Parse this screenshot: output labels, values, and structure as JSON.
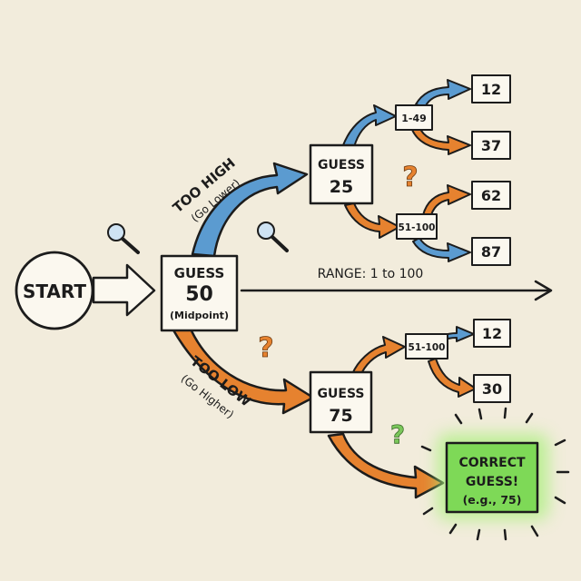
{
  "colors": {
    "background": "#f2ecdc",
    "blue_arrow": "#5b9bd0",
    "orange_arrow": "#e6822f",
    "correct_fill": "#7ed957",
    "correct_glow": "#a8f07a",
    "ink": "#1c1c1c"
  },
  "start": {
    "label": "START"
  },
  "range": {
    "label": "RANGE: 1 to 100"
  },
  "guess_50": {
    "line1": "GUESS",
    "line2": "50",
    "line3": "(Midpoint)"
  },
  "too_high": {
    "line1": "TOO HIGH",
    "line2": "(Go Lower)"
  },
  "too_low": {
    "line1": "TOO LOW",
    "line2": "(Go Higher)"
  },
  "guess_25": {
    "line1": "GUESS",
    "line2": "25"
  },
  "guess_75": {
    "line1": "GUESS",
    "line2": "75"
  },
  "upper_branches": [
    {
      "range": "1-49",
      "outcomes": [
        "12",
        "37"
      ]
    },
    {
      "range": "51-100",
      "outcomes": [
        "62",
        "87"
      ]
    }
  ],
  "lower_branch": {
    "range": "51-100",
    "outcomes": [
      "12",
      "30"
    ]
  },
  "correct": {
    "line1": "CORRECT",
    "line2": "GUESS!",
    "line3": "(e.g., 75)"
  },
  "question_mark": "?",
  "icons": [
    "magnifier-icon",
    "question-mark-icon"
  ]
}
